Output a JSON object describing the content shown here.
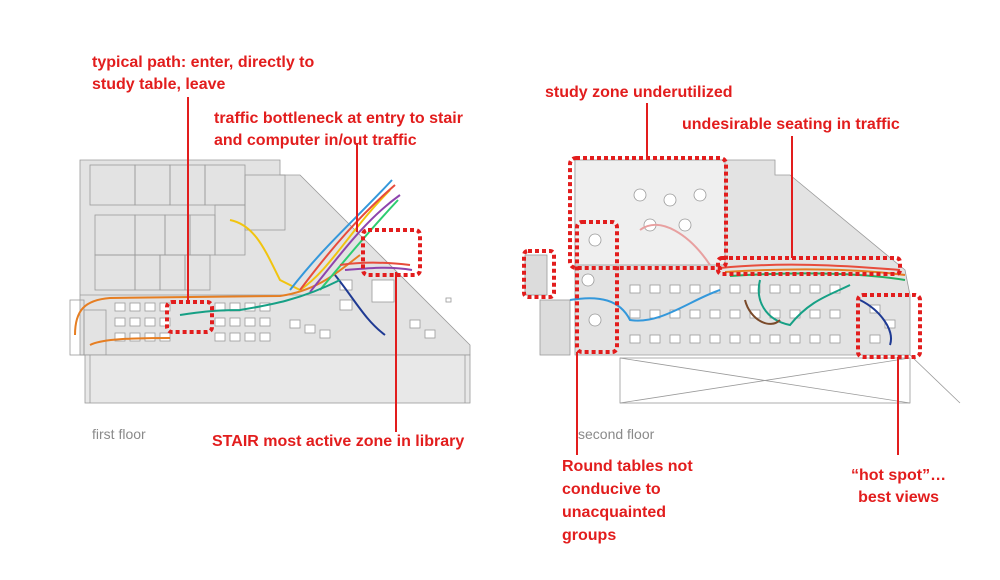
{
  "floors": {
    "first": {
      "label": "first floor"
    },
    "second": {
      "label": "second floor"
    }
  },
  "annotations": {
    "typical_path": {
      "lines": [
        "typical path: enter, directly to",
        "study table, leave"
      ]
    },
    "bottleneck": {
      "lines": [
        "traffic bottleneck at entry to stair",
        "and computer in/out traffic"
      ]
    },
    "stair": {
      "lines": [
        "STAIR most active zone in library"
      ]
    },
    "study_zone": {
      "lines": [
        "study zone underutilized"
      ]
    },
    "undesirable": {
      "lines": [
        "undesirable seating in traffic"
      ]
    },
    "round_tables": {
      "lines": [
        "Round tables not",
        "conducive to",
        "unacquainted",
        "groups"
      ]
    },
    "hot_spot": {
      "lines": [
        "“hot spot”…",
        "best views"
      ]
    }
  },
  "colors": {
    "annotation": "#e21d1d",
    "plan_fill": "#e3e3e3",
    "plan_line": "#9a9a9a",
    "floor_label": "#8a8a8a",
    "traffic_paths": [
      "#e67e22",
      "#f1c40f",
      "#e74c3c",
      "#8e44ad",
      "#2ecc71",
      "#3498db",
      "#16a085",
      "#27ae60",
      "#1f3a93",
      "#7a4a2a"
    ]
  }
}
